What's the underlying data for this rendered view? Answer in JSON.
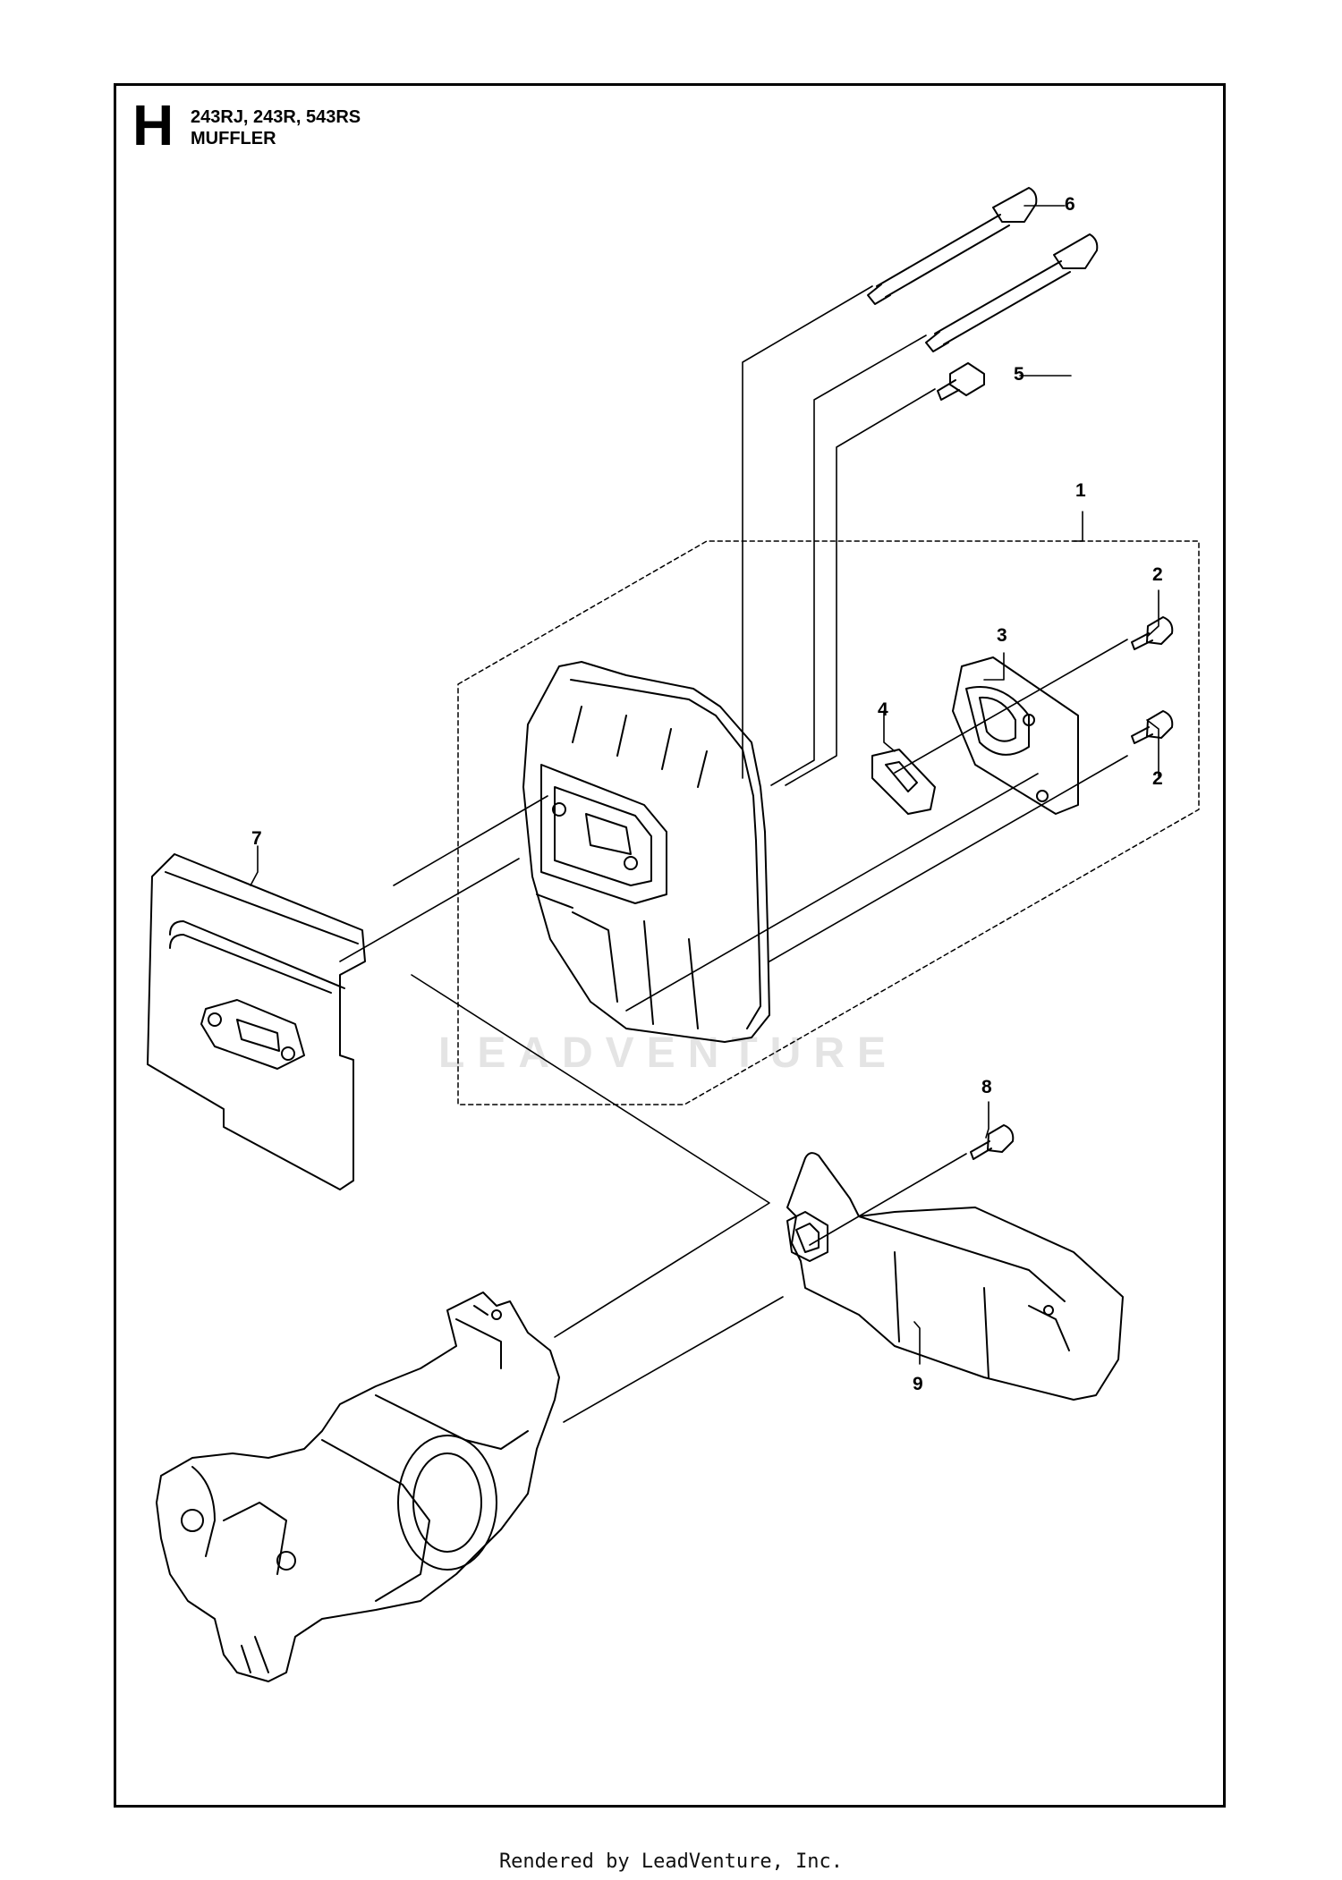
{
  "header": {
    "section_letter": "H",
    "models": "243RJ, 243R, 543RS",
    "title": "MUFFLER"
  },
  "callouts": {
    "c1": "1",
    "c2a": "2",
    "c2b": "2",
    "c3": "3",
    "c4": "4",
    "c5": "5",
    "c6": "6",
    "c7": "7",
    "c8": "8",
    "c9": "9"
  },
  "watermark": "LEADVENTURE",
  "footer": "Rendered by LeadVenture, Inc.",
  "colors": {
    "line": "#000000",
    "watermark": "#e4e4e4"
  }
}
